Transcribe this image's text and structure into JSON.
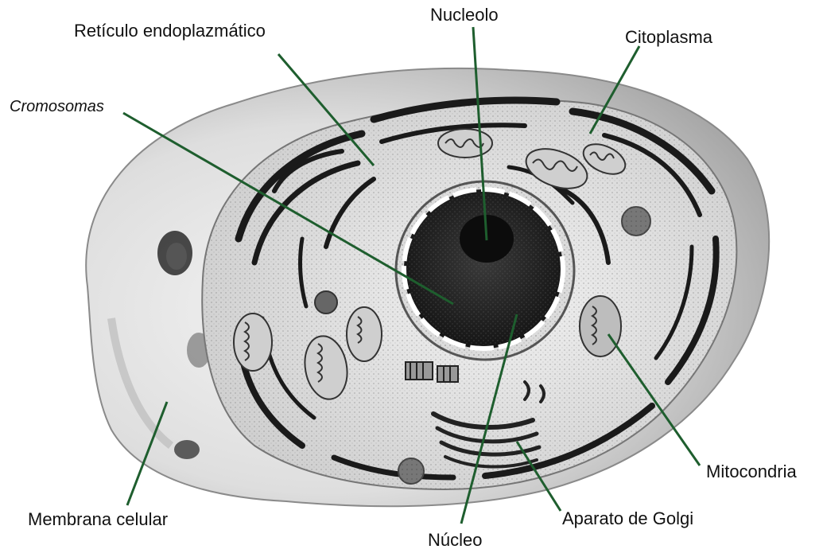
{
  "labels": {
    "reticulo": "Retículo endoplazmático",
    "nucleolo": "Nucleolo",
    "citoplasma": "Citoplasma",
    "cromosomas": "Cromosomas",
    "mitocondria": "Mitocondria",
    "membrana": "Membrana celular",
    "golgi": "Aparato de Golgi",
    "nucleo": "Núcleo"
  },
  "colors": {
    "leader_line": "#1e5e2e",
    "text": "#111111",
    "cell_light": "#e9e9e9",
    "cell_dark": "#1a1a1a"
  },
  "icons": [
    "animal-cell-illustration"
  ]
}
